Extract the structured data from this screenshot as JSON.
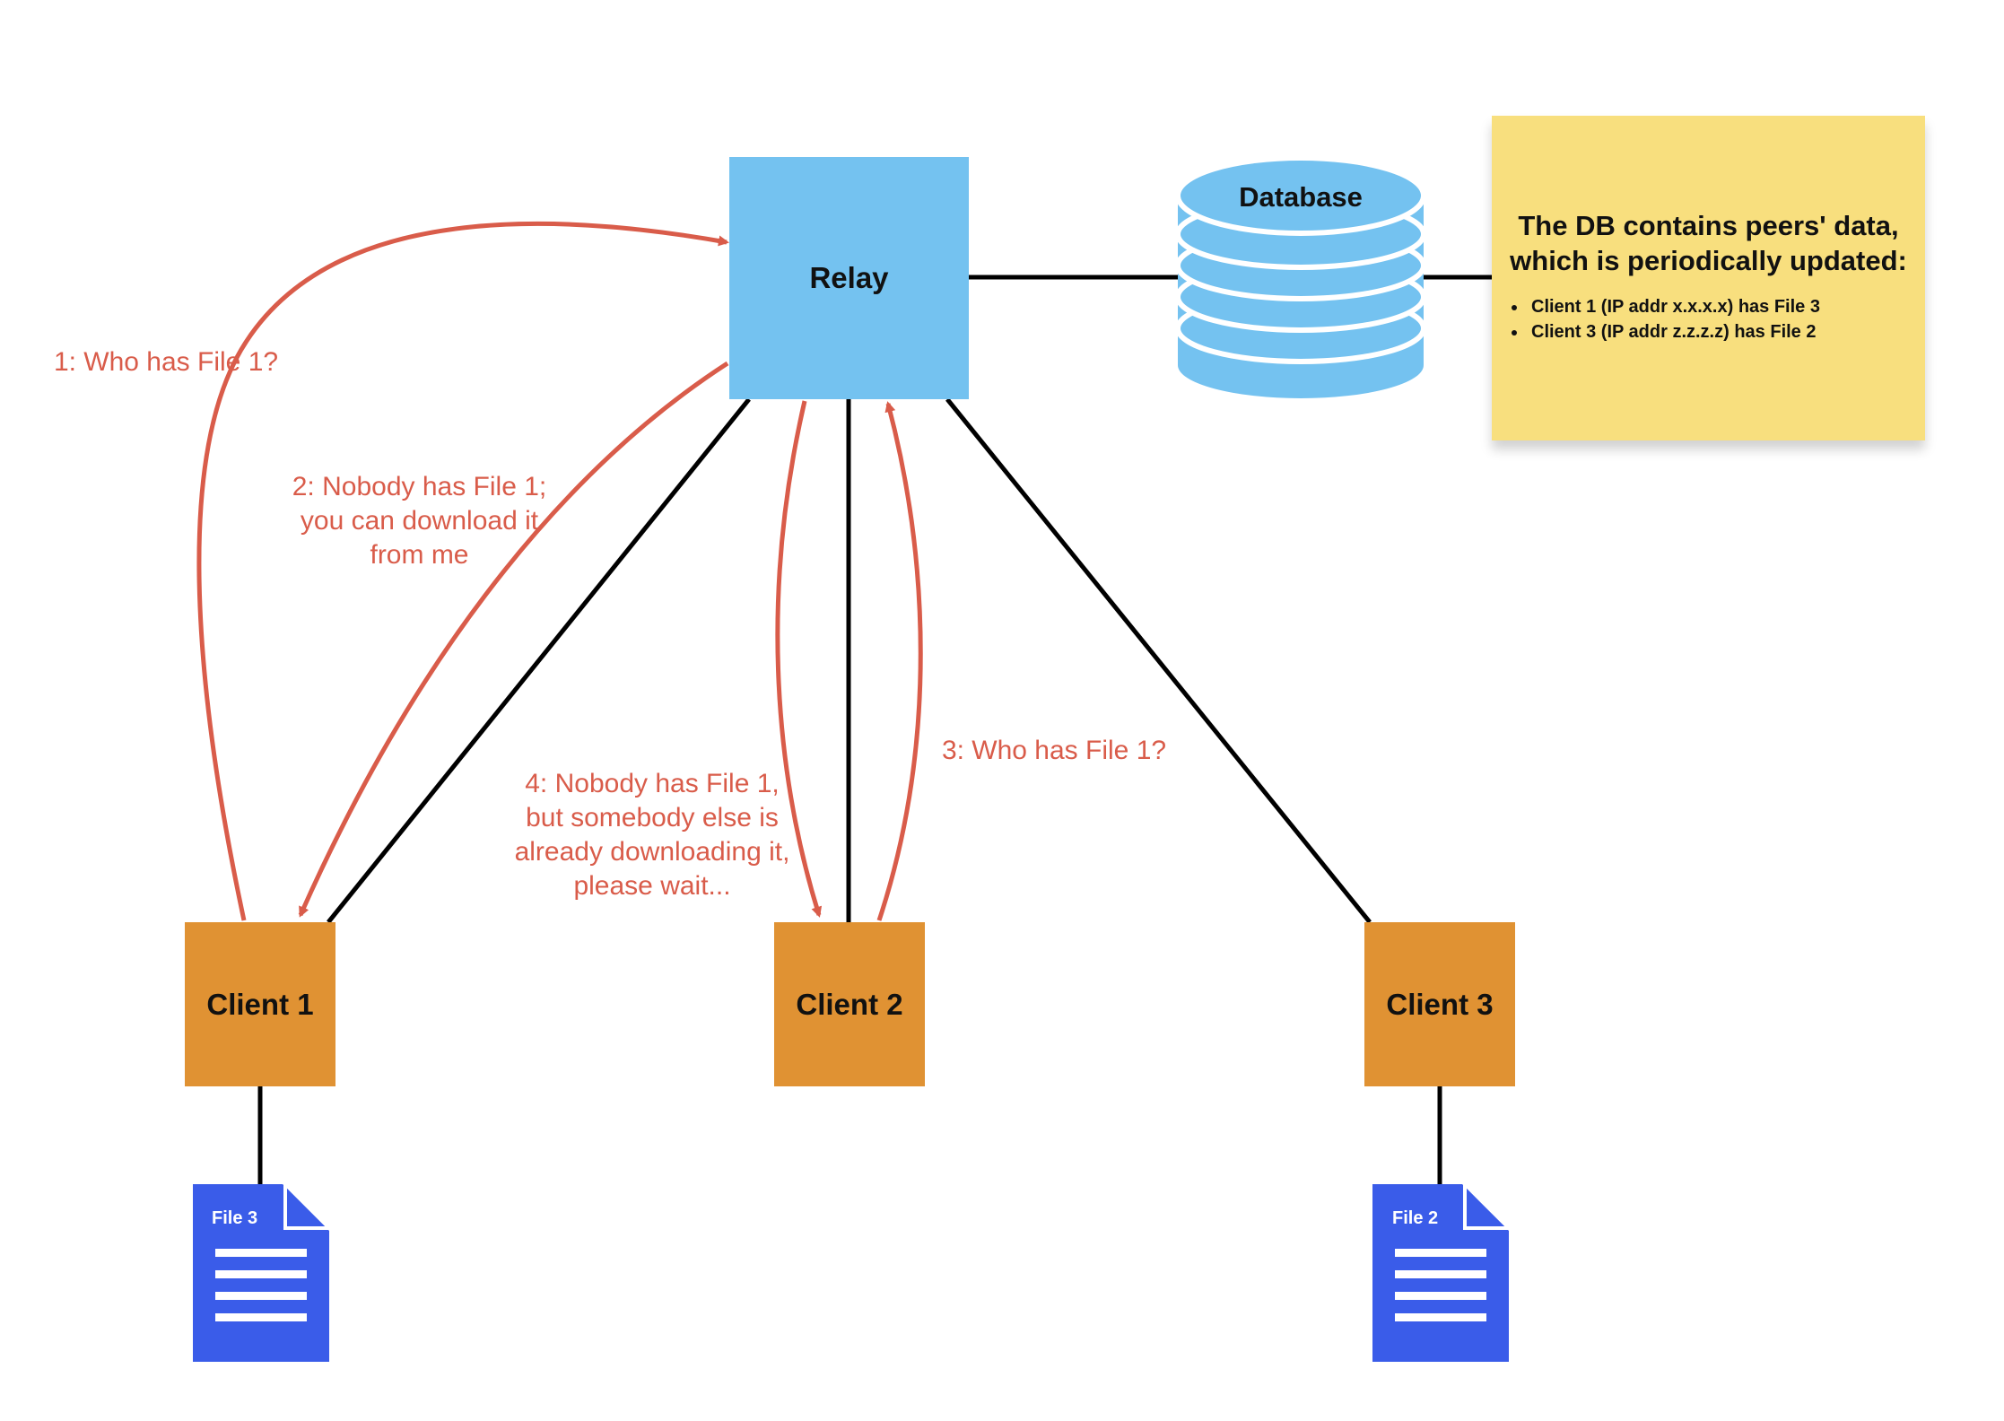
{
  "relay": {
    "label": "Relay"
  },
  "database": {
    "label": "Database"
  },
  "note": {
    "heading_line1": "The DB contains peers' data,",
    "heading_line2": "which is periodically updated:",
    "items": [
      "Client 1 (IP addr x.x.x.x) has File 3",
      "Client 3 (IP addr z.z.z.z) has File 2"
    ]
  },
  "clients": [
    {
      "label": "Client 1"
    },
    {
      "label": "Client 2"
    },
    {
      "label": "Client 3"
    }
  ],
  "files": [
    {
      "label": "File 3"
    },
    {
      "label": "File 2"
    }
  ],
  "messages": {
    "m1": "1: Who has File 1?",
    "m2_line1": "2: Nobody has File 1;",
    "m2_line2": "you can download it",
    "m2_line3": "from me",
    "m3": "3: Who has File 1?",
    "m4_line1": "4: Nobody has File 1,",
    "m4_line2": "but somebody else is",
    "m4_line3": "already downloading it,",
    "m4_line4": "please wait..."
  },
  "colors": {
    "relay": "#74c2f0",
    "client": "#e09233",
    "database": "#74c2f0",
    "note": "#f8df7e",
    "file": "#3a5ce9",
    "arrow": "#d95c4a",
    "link": "#000000"
  }
}
